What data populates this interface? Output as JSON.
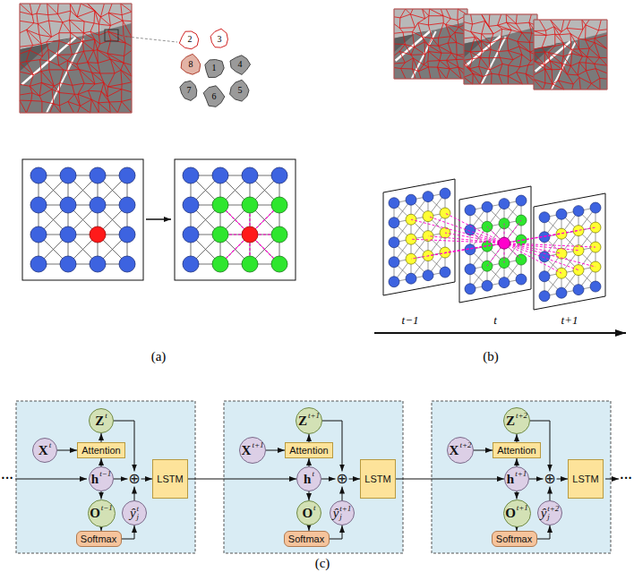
{
  "diagram": {
    "nodes": [
      {
        "text": [
          "Z",
          "t"
        ]
      },
      {
        "text": [
          "X",
          "t"
        ]
      },
      {
        "text": [
          "Attention"
        ]
      },
      {
        "text": [
          "h",
          "t−1"
        ]
      },
      {
        "text": [
          "⊕"
        ]
      },
      {
        "text": [
          "LSTM"
        ]
      },
      {
        "text": [
          "O",
          "t−1"
        ]
      },
      {
        "text": [
          "Softmax"
        ]
      },
      {
        "text": [
          "ŷ",
          "j",
          "t"
        ]
      },
      {
        "text": [
          "Z",
          "t+1"
        ]
      },
      {
        "text": [
          "X",
          "t+1"
        ]
      },
      {
        "text": [
          "Attention"
        ]
      },
      {
        "text": [
          "h",
          "t"
        ]
      },
      {
        "text": [
          "⊕"
        ]
      },
      {
        "text": [
          "LSTM"
        ]
      },
      {
        "text": [
          "O",
          "t"
        ]
      },
      {
        "text": [
          "Softmax"
        ]
      },
      {
        "text": [
          "ŷ",
          "j",
          "t+1"
        ]
      },
      {
        "text": [
          "Z",
          "t+2"
        ]
      },
      {
        "text": [
          "X",
          "t+2"
        ]
      },
      {
        "text": [
          "Attention"
        ]
      },
      {
        "text": [
          "h",
          "t+1"
        ]
      },
      {
        "text": [
          "⊕"
        ]
      },
      {
        "text": [
          "LSTM"
        ]
      },
      {
        "text": [
          "O",
          "t+1"
        ]
      },
      {
        "text": [
          "Softmax"
        ]
      },
      {
        "text": [
          "ŷ",
          "j",
          "t+2"
        ]
      }
    ],
    "edges": [
      {
        "from": 1,
        "to": 2,
        "arrow": "to"
      },
      {
        "from": 3,
        "to": 2,
        "arrow": "to"
      },
      {
        "from": 2,
        "to": 0,
        "arrow": "to"
      },
      {
        "from": 0,
        "to": 4,
        "arrow": "to"
      },
      {
        "from": 3,
        "to": 4,
        "arrow": "to"
      },
      {
        "from": 8,
        "to": 4,
        "arrow": "to"
      },
      {
        "from": 4,
        "to": 5,
        "arrow": "to"
      },
      {
        "from": 3,
        "to": 6,
        "arrow": "to"
      },
      {
        "from": 6,
        "to": 7,
        "arrow": "to"
      },
      {
        "from": 7,
        "to": 8,
        "arrow": "to"
      },
      {
        "from": 5,
        "to": 12,
        "arrow": "to"
      },
      {
        "from": 10,
        "to": 11,
        "arrow": "to"
      },
      {
        "from": 12,
        "to": 11,
        "arrow": "to"
      },
      {
        "from": 11,
        "to": 9,
        "arrow": "to"
      },
      {
        "from": 9,
        "to": 13,
        "arrow": "to"
      },
      {
        "from": 12,
        "to": 13,
        "arrow": "to"
      },
      {
        "from": 17,
        "to": 13,
        "arrow": "to"
      },
      {
        "from": 13,
        "to": 14,
        "arrow": "to"
      },
      {
        "from": 12,
        "to": 15,
        "arrow": "to"
      },
      {
        "from": 15,
        "to": 16,
        "arrow": "to"
      },
      {
        "from": 16,
        "to": 17,
        "arrow": "to"
      },
      {
        "from": 14,
        "to": 21,
        "arrow": "to"
      },
      {
        "from": 19,
        "to": 20,
        "arrow": "to"
      },
      {
        "from": 21,
        "to": 20,
        "arrow": "to"
      },
      {
        "from": 20,
        "to": 18,
        "arrow": "to"
      },
      {
        "from": 18,
        "to": 22,
        "arrow": "to"
      },
      {
        "from": 21,
        "to": 22,
        "arrow": "to"
      },
      {
        "from": 26,
        "to": 22,
        "arrow": "to"
      },
      {
        "from": 22,
        "to": 23,
        "arrow": "to"
      },
      {
        "from": 21,
        "to": 24,
        "arrow": "to"
      },
      {
        "from": 24,
        "to": 25,
        "arrow": "to"
      },
      {
        "from": 25,
        "to": 26,
        "arrow": "to"
      }
    ],
    "labels": [
      "2",
      "3",
      "8",
      "1",
      "4",
      "7",
      "6",
      "5",
      "(a)",
      "t−1",
      "t",
      "t+1",
      "(b)",
      "···",
      "···",
      "(c)"
    ]
  }
}
